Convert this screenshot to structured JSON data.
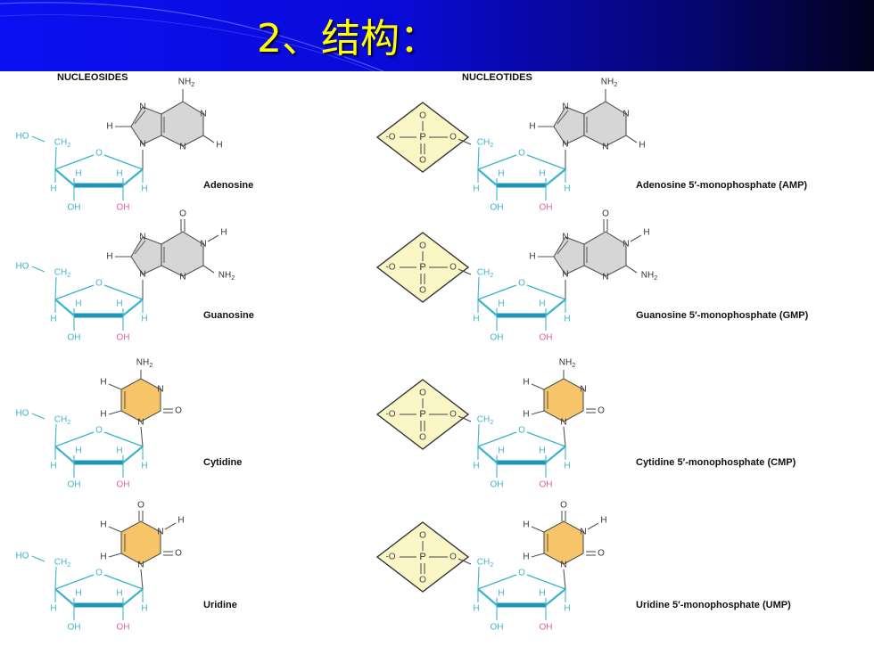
{
  "slide": {
    "title": "2、结构：",
    "colors": {
      "header_blue": "#0a10f2",
      "title_yellow": "#ffff00",
      "sugar_cyan": "#3cb4cc",
      "hydroxyl_pink": "#e0609a",
      "pyrimidine_fill": "#f7c46a",
      "phosphate_fill": "#fbf6c6"
    }
  },
  "columns": {
    "left_header": "NUCLEOSIDES",
    "right_header": "NUCLEOTIDES"
  },
  "atoms": {
    "N": "N",
    "H": "H",
    "O": "O",
    "P": "P",
    "NH2": "NH",
    "sub2": "2",
    "HO": "HO",
    "CH2": "CH",
    "OH": "OH",
    "O_minus": "-O",
    "O_minus_right": "O-"
  },
  "rows": [
    {
      "base": "purine",
      "top_group": "NH2",
      "nucleoside": "Adenosine",
      "nucleotide": "Adenosine 5′-monophosphate (AMP)"
    },
    {
      "base": "purine",
      "top_group": "O",
      "nucleoside": "Guanosine",
      "nucleotide": "Guanosine 5′-monophosphate (GMP)"
    },
    {
      "base": "pyrimidine",
      "top_group": "NH2",
      "nucleoside": "Cytidine",
      "nucleotide": "Cytidine 5′-monophosphate (CMP)"
    },
    {
      "base": "pyrimidine",
      "top_group": "O",
      "nucleoside": "Uridine",
      "nucleotide": "Uridine 5′-monophosphate (UMP)"
    }
  ]
}
